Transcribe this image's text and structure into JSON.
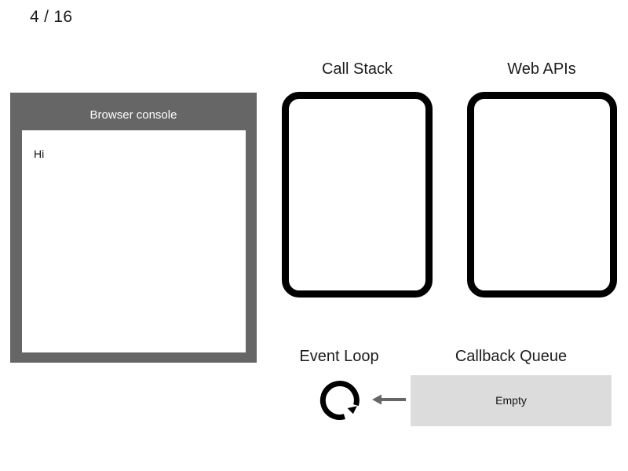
{
  "slide": {
    "counter": "4 / 16",
    "current": 4,
    "total": 16
  },
  "console": {
    "title": "Browser console",
    "lines": [
      "Hi"
    ]
  },
  "call_stack": {
    "heading": "Call Stack",
    "frames": []
  },
  "web_apis": {
    "heading": "Web APIs",
    "items": []
  },
  "event_loop": {
    "heading": "Event Loop",
    "icon": "circular-arrow-icon"
  },
  "callback_queue": {
    "heading": "Callback Queue",
    "status": "Empty",
    "items": []
  },
  "arrow": {
    "icon": "arrow-left-icon",
    "direction": "left"
  },
  "colors": {
    "console_chrome": "#666666",
    "console_screen": "#ffffff",
    "box_border": "#000000",
    "queue_fill": "#dcdcdc",
    "arrow": "#666666",
    "text": "#1c1c1c",
    "page_background": "#ffffff"
  }
}
